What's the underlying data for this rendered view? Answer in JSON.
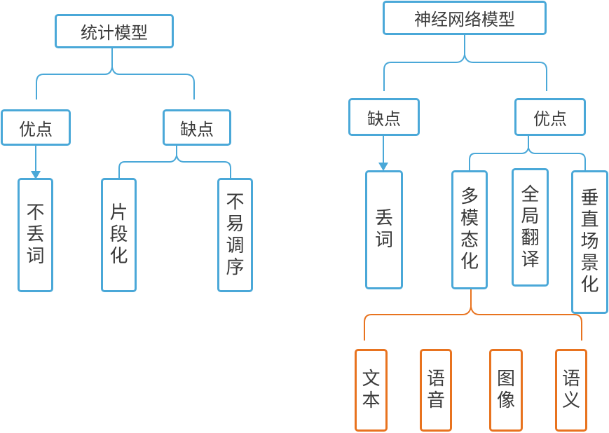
{
  "left_tree": {
    "root": "统计模型",
    "pros": {
      "label": "优点",
      "children": [
        "不丢词"
      ]
    },
    "cons": {
      "label": "缺点",
      "children": [
        "片段化",
        "不易调序"
      ]
    }
  },
  "right_tree": {
    "root": "神经网络模型",
    "cons": {
      "label": "缺点",
      "children": [
        "丢词"
      ]
    },
    "pros": {
      "label": "优点",
      "children": [
        "多模态化",
        "全局翻译",
        "垂直场景化"
      ]
    },
    "multimodal_children": [
      "文本",
      "语音",
      "图像",
      "语义"
    ]
  },
  "colors": {
    "blue": "#4aa8d8",
    "orange": "#e8731f",
    "text": "#3a3a3a"
  }
}
